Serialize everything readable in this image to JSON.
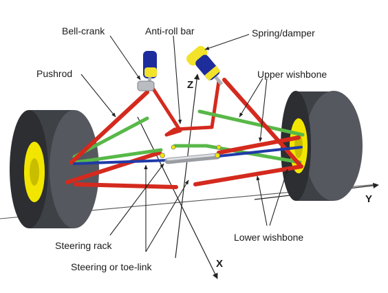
{
  "labels": {
    "bell_crank": "Bell-crank",
    "anti_roll_bar": "Anti-roll bar",
    "spring_damper": "Spring/damper",
    "pushrod": "Pushrod",
    "upper_wishbone": "Upper wishbone",
    "steering_rack": "Steering rack",
    "steering_toe_link": "Steering or toe-link",
    "lower_wishbone": "Lower wishbone"
  },
  "axes": {
    "x": "X",
    "y": "Y",
    "z": "Z"
  },
  "colors": {
    "wishbone_red": "#d42a1e",
    "wishbone_green": "#58b848",
    "toe_link_blue": "#1f3aa8",
    "tyre": "#4c4f54",
    "rim": "#f2e600",
    "damper_blue": "#1d2d9c",
    "damper_yellow": "#f2e22a"
  }
}
